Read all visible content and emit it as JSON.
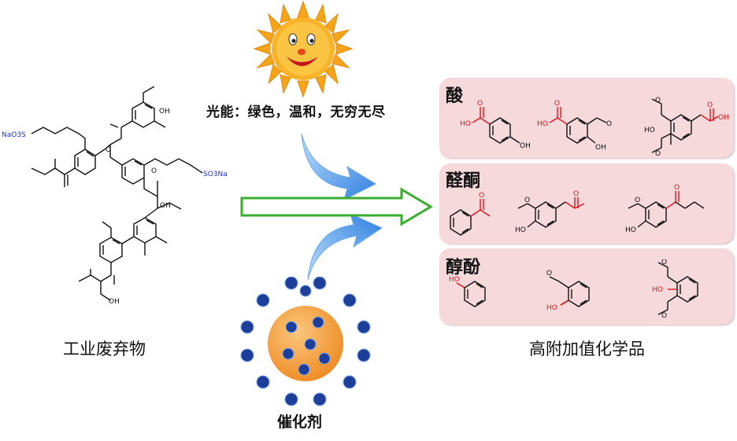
{
  "left_label": "工业废弃物",
  "right_label": "高附加值化学品",
  "energy_text": "光能：绿色，温和，无穷无尽",
  "catalyst_label": "催化剂",
  "lignin_labels": {
    "naso3": "NaO3S",
    "so3na": "SO3Na",
    "oh": "OH",
    "o": "O"
  },
  "groups": [
    {
      "title": "酸"
    },
    {
      "title": "醛酮"
    },
    {
      "title": "醇酚"
    }
  ],
  "atom_labels": {
    "ho": "HO",
    "oh": "OH",
    "o": "O"
  },
  "colors": {
    "panel": "#f6d9db",
    "highlight_red": "#e0141b",
    "blue_text": "#1a2fd6",
    "arrow_green": "#3aae2e",
    "sun_orange": "#f7a21a",
    "catalyst_orange": "#f39a32",
    "blue_arrow": "#3d8fe6"
  }
}
